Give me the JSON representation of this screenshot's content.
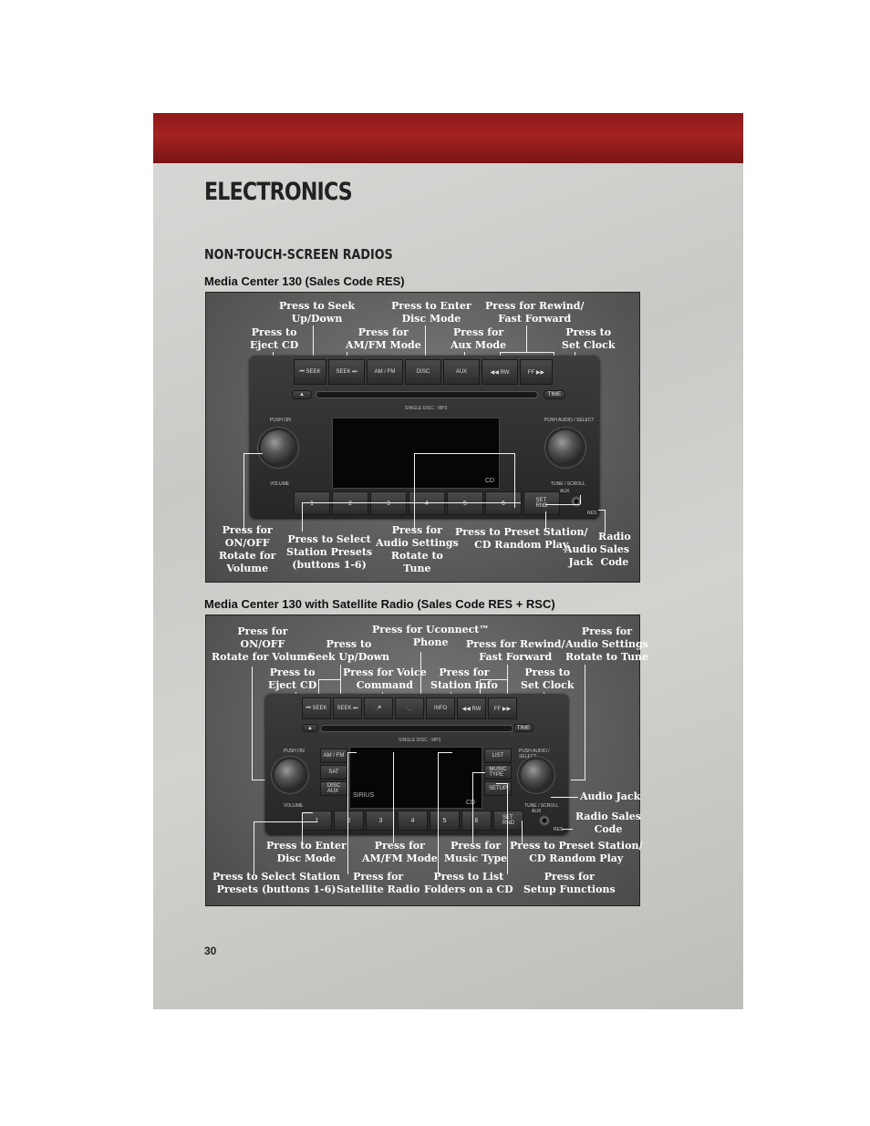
{
  "header": {
    "section_title": "ELECTRONICS",
    "subsection_title": "NON-TOUCH-SCREEN RADIOS"
  },
  "figure1": {
    "caption": "Media Center 130 (Sales Code RES)",
    "callouts": {
      "seek": "Press to Seek\nUp/Down",
      "disc_mode": "Press to Enter\nDisc Mode",
      "rewind_ff": "Press for Rewind/\nFast Forward",
      "eject": "Press to\nEject CD",
      "amfm": "Press for\nAM/FM Mode",
      "aux": "Press for\nAux Mode",
      "set_clock": "Press to\nSet Clock",
      "volume": "Press for\nON/OFF\nRotate for\nVolume",
      "presets": "Press to Select\nStation Presets\n(buttons 1-6)",
      "audio_settings": "Press for\nAudio Settings\nRotate to\nTune",
      "preset_station": "Press to Preset Station/\nCD Random Play",
      "audio_jack": "Audio\nJack",
      "sales_code": "Radio\nSales\nCode"
    },
    "radio": {
      "top_buttons": [
        "⏮ SEEK",
        "SEEK ⏭",
        "AM / FM",
        "DISC",
        "AUX",
        "◀◀ RW",
        "FF ▶▶"
      ],
      "eject_label": "▲",
      "time_label": "TIME",
      "slot_text": "SINGLE DISC · MP3",
      "push_on": "PUSH ON",
      "push_audio": "PUSH AUDIO / SELECT",
      "volume_label": "VOLUME",
      "tune_label": "TUNE / SCROLL",
      "aux_label": "AUX",
      "res_label": "RES",
      "cd_logo": "CD",
      "preset_buttons": [
        "1",
        "2",
        "3",
        "4",
        "5",
        "6"
      ],
      "set_rnd": "SET\nRND"
    }
  },
  "figure2": {
    "caption": "Media Center 130 with Satellite Radio (Sales Code RES + RSC)",
    "callouts": {
      "onoff_volume": "Press for\nON/OFF\nRotate for Volume",
      "seek": "Press to\nSeek Up/Down",
      "uconnect": "Press for Uconnect™\nPhone",
      "rewind_ff": "Press for Rewind/\nFast Forward",
      "audio_settings": "Press for\nAudio Settings\nRotate to Tune",
      "eject": "Press to\nEject CD",
      "voice": "Press for Voice\nCommand",
      "station_info": "Press for\nStation Info",
      "set_clock": "Press to\nSet Clock",
      "audio_jack": "Audio Jack",
      "sales_code": "Radio Sales\nCode",
      "disc_mode": "Press to Enter\nDisc Mode",
      "amfm": "Press for\nAM/FM Mode",
      "music_type": "Press for\nMusic Type",
      "preset_station": "Press to Preset Station/\nCD Random Play",
      "presets": "Press to Select Station\nPresets (buttons 1-6)",
      "satellite": "Press for\nSatellite Radio",
      "list_folders": "Press to List\nFolders on a CD",
      "setup": "Press for\nSetup Functions"
    },
    "radio": {
      "top_buttons": [
        "⏮ SEEK",
        "SEEK ⏭",
        "🎤",
        "📞",
        "INFO",
        "◀◀ RW",
        "FF ▶▶"
      ],
      "eject_label": "▲",
      "time_label": "TIME",
      "slot_text": "SINGLE DISC · MP3",
      "push_on": "PUSH ON",
      "push_audio": "PUSH AUDIO / SELECT",
      "volume_label": "VOLUME",
      "tune_label": "TUNE / SCROLL",
      "left_buttons": [
        "AM / FM",
        "SAT",
        "DISC\nAUX"
      ],
      "right_buttons": [
        "LIST",
        "MUSIC\nTYPE",
        "SETUP"
      ],
      "sirius_logo": "SIRIUS",
      "cd_logo": "CD",
      "preset_buttons": [
        "1",
        "2",
        "3",
        "4",
        "5",
        "6"
      ],
      "set_rnd": "SET\nRND",
      "aux_label": "AUX",
      "res_label": "RES"
    }
  },
  "footer": {
    "page_number": "30"
  }
}
